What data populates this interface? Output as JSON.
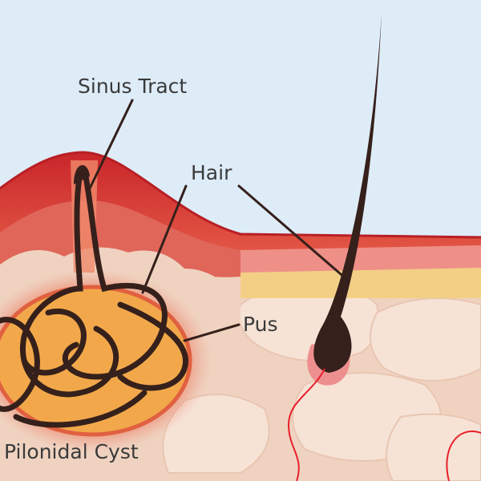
{
  "labels": {
    "sinus_tract": "Sinus Tract",
    "hair": "Hair",
    "pus": "Pus",
    "pilonidal_cyst": "Pilonidal Cyst"
  },
  "colors": {
    "sky": "#deecf8",
    "epidermis": "#d8383a",
    "dermis_pink": "#ee9088",
    "fat_yellow": "#f3cf86",
    "tissue": "#f0d6c4",
    "cyst": "#f2a84a",
    "hair": "#35201b",
    "vessel": "#e8202a"
  }
}
